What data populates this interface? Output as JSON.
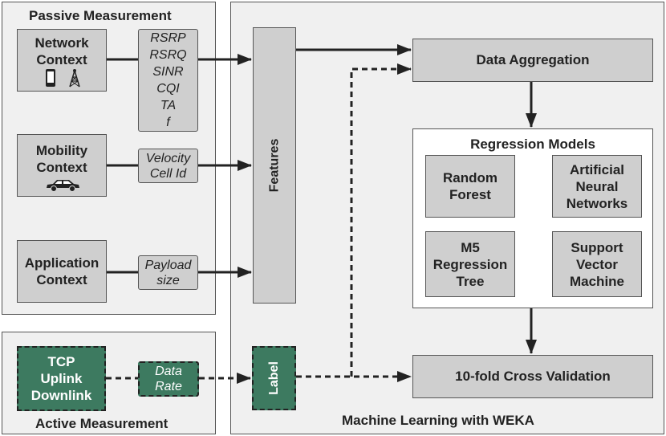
{
  "passive_title": "Passive Measurement",
  "active_title": "Active Measurement",
  "ml_title": "Machine Learning with WEKA",
  "network_context": "Network\nContext",
  "network_metrics": "RSRP\nRSRQ\nSINR\nCQI\nTA\nf",
  "mobility_context": "Mobility\nContext",
  "mobility_metrics": "Velocity\nCell Id",
  "application_context": "Application\nContext",
  "application_metrics": "Payload\nsize",
  "tcp_box": "TCP\nUplink\nDownlink",
  "data_rate": "Data\nRate",
  "features": "Features",
  "label": "Label",
  "data_aggregation": "Data Aggregation",
  "regression_title": "Regression Models",
  "models": {
    "random_forest": "Random\nForest",
    "ann": "Artificial\nNeural\nNetworks",
    "m5": "M5\nRegression\nTree",
    "svm": "Support\nVector\nMachine"
  },
  "cross_validation": "10-fold Cross Validation",
  "icons": [
    "phone-icon",
    "cell-tower-icon",
    "car-icon"
  ]
}
